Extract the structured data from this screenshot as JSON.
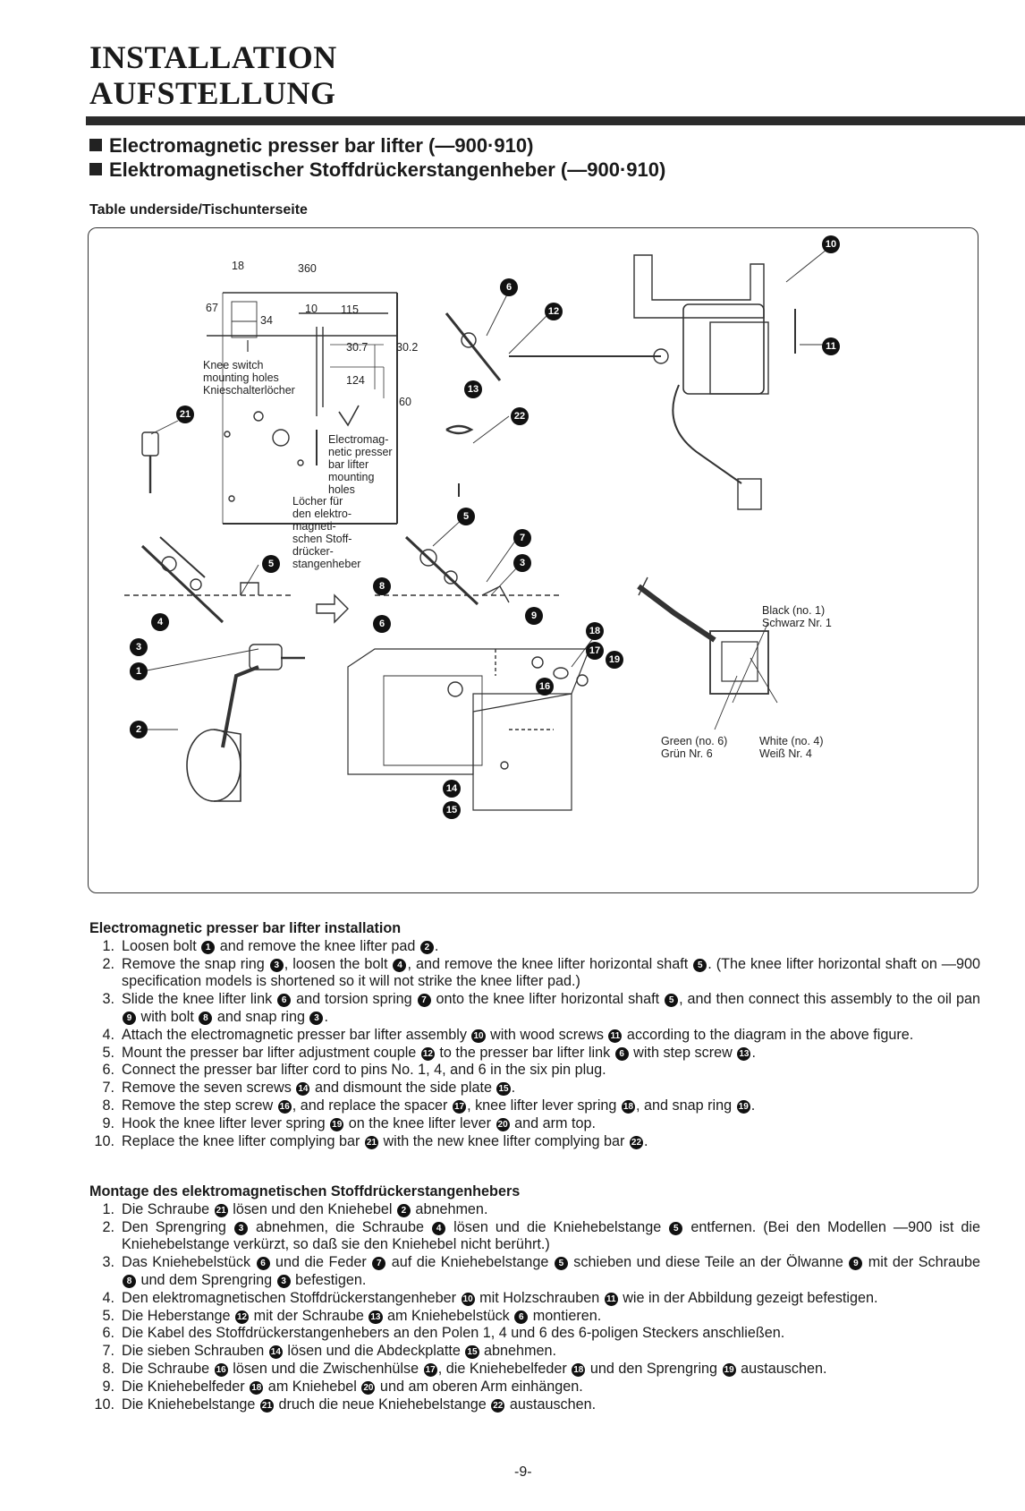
{
  "header": {
    "title_en": "INSTALLATION",
    "title_de": "AUFSTELLUNG"
  },
  "headings": {
    "en": "Electromagnetic presser bar lifter (—900·910)",
    "de": "Elektromagnetischer Stoffdrückerstangenheber (—900·910)"
  },
  "subhead": "Table underside/Tischunterseite",
  "figure": {
    "dims": {
      "d18": "18",
      "d360": "360",
      "d67": "67",
      "d34": "34",
      "d10": "10",
      "d115": "115",
      "d30_7": "30.7",
      "d30_2": "30.2",
      "d124": "124",
      "d60": "60"
    },
    "labels": {
      "knee_en_1": "Knee switch",
      "knee_en_2": "mounting holes",
      "knee_de": "Knieschalterlöcher",
      "em_en_1": "Electromag-",
      "em_en_2": "netic presser",
      "em_en_3": "bar lifter",
      "em_en_4": "mounting",
      "em_en_5": "holes",
      "em_de_1": "Löcher für",
      "em_de_2": "den elektro-",
      "em_de_3": "magneti-",
      "em_de_4": "schen Stoff-",
      "em_de_5": "drücker-",
      "em_de_6": "stangenheber",
      "black_en": "Black (no. 1)",
      "black_de": "Schwarz Nr. 1",
      "green_en": "Green (no. 6)",
      "green_de": "Grün Nr. 6",
      "white_en": "White (no. 4)",
      "white_de": "Weiß Nr. 4"
    },
    "badges": {
      "b1": "1",
      "b2": "2",
      "b3": "3",
      "b4": "4",
      "b5": "5",
      "b6": "6",
      "b7": "7",
      "b8": "8",
      "b9": "9",
      "b10": "10",
      "b11": "11",
      "b12": "12",
      "b13": "13",
      "b14": "14",
      "b15": "15",
      "b16": "16",
      "b17": "17",
      "b18": "18",
      "b19": "19",
      "b21": "21",
      "b22": "22"
    }
  },
  "en": {
    "title": "Electromagnetic presser bar lifter installation",
    "steps": [
      {
        "n": "1.",
        "t1": "Loosen bolt ",
        "r1": "1",
        "t2": " and remove the knee lifter pad ",
        "r2": "2",
        "t3": "."
      },
      {
        "n": "2.",
        "t1": "Remove the snap ring ",
        "r1": "3",
        "t2": ", loosen the bolt ",
        "r2": "4",
        "t3": ", and remove the knee lifter horizontal shaft ",
        "r3": "5",
        "t4": ". (The knee lifter horizontal shaft on —900 specification models is shortened so it will not strike the knee lifter pad.)"
      },
      {
        "n": "3.",
        "t1": "Slide the knee lifter link ",
        "r1": "6",
        "t2": " and torsion spring ",
        "r2": "7",
        "t3": " onto the knee lifter horizontal shaft ",
        "r3": "5",
        "t4": ", and then connect this assembly to the oil pan ",
        "r4": "9",
        "t5": " with bolt ",
        "r5": "8",
        "t6": " and snap ring ",
        "r6": "3",
        "t7": "."
      },
      {
        "n": "4.",
        "t1": "Attach the electromagnetic presser bar lifter assembly ",
        "r1": "10",
        "t2": " with wood screws ",
        "r2": "11",
        "t3": " according to the diagram in the above figure."
      },
      {
        "n": "5.",
        "t1": "Mount the presser bar lifter adjustment couple ",
        "r1": "12",
        "t2": " to the presser bar lifter link ",
        "r2": "6",
        "t3": " with step screw ",
        "r3": "13",
        "t4": "."
      },
      {
        "n": "6.",
        "t1": "Connect the presser bar lifter cord to pins No. 1, 4, and 6 in the six pin plug."
      },
      {
        "n": "7.",
        "t1": "Remove the seven screws ",
        "r1": "14",
        "t2": " and dismount the side plate ",
        "r2": "15",
        "t3": "."
      },
      {
        "n": "8.",
        "t1": "Remove the step screw ",
        "r1": "16",
        "t2": ", and replace the spacer ",
        "r2": "17",
        "t3": ", knee lifter lever spring ",
        "r3": "18",
        "t4": ", and snap ring ",
        "r4": "19",
        "t5": "."
      },
      {
        "n": "9.",
        "t1": "Hook the knee lifter lever spring ",
        "r1": "19",
        "t2": " on the knee lifter lever ",
        "r2": "20",
        "t3": " and arm top."
      },
      {
        "n": "10.",
        "t1": "Replace the knee lifter complying bar ",
        "r1": "21",
        "t2": " with the new knee lifter complying bar ",
        "r2": "22",
        "t3": "."
      }
    ]
  },
  "de": {
    "title": "Montage des elektromagnetischen Stoffdrückerstangenhebers",
    "steps": [
      {
        "n": "1.",
        "t1": "Die Schraube ",
        "r1": "21",
        "t2": " lösen und den Kniehebel ",
        "r2": "2",
        "t3": " abnehmen."
      },
      {
        "n": "2.",
        "t1": "Den Sprengring ",
        "r1": "3",
        "t2": " abnehmen, die Schraube ",
        "r2": "4",
        "t3": " lösen und die Kniehebelstange ",
        "r3": "5",
        "t4": " entfernen. (Bei den Modellen —900 ist die Kniehebelstange verkürzt, so daß sie den Kniehebel nicht berührt.)"
      },
      {
        "n": "3.",
        "t1": "Das Kniehebelstück ",
        "r1": "6",
        "t2": " und die Feder ",
        "r2": "7",
        "t3": " auf die Kniehebelstange ",
        "r3": "5",
        "t4": " schieben und diese Teile an der Ölwanne ",
        "r4": "9",
        "t5": " mit der Schraube ",
        "r5": "8",
        "t6": " und dem Sprengring ",
        "r6": "3",
        "t7": " befestigen."
      },
      {
        "n": "4.",
        "t1": "Den elektromagnetischen Stoffdrückerstangenheber ",
        "r1": "10",
        "t2": " mit Holzschrauben ",
        "r2": "11",
        "t3": " wie in der Abbildung gezeigt befestigen."
      },
      {
        "n": "5.",
        "t1": "Die Heberstange ",
        "r1": "12",
        "t2": " mit der Schraube ",
        "r2": "13",
        "t3": " am Kniehebelstück ",
        "r3": "6",
        "t4": " montieren."
      },
      {
        "n": "6.",
        "t1": "Die Kabel des Stoffdrückerstangenhebers an den Polen 1, 4 und 6 des 6-poligen Steckers anschließen."
      },
      {
        "n": "7.",
        "t1": "Die sieben Schrauben ",
        "r1": "14",
        "t2": " lösen und die Abdeckplatte ",
        "r2": "15",
        "t3": " abnehmen."
      },
      {
        "n": "8.",
        "t1": "Die Schraube ",
        "r1": "16",
        "t2": " lösen und die Zwischenhülse ",
        "r2": "17",
        "t3": ", die Kniehebelfeder ",
        "r3": "18",
        "t4": " und den Sprengring ",
        "r4": "19",
        "t5": " austauschen."
      },
      {
        "n": "9.",
        "t1": "Die Kniehebelfeder ",
        "r1": "18",
        "t2": " am Kniehebel ",
        "r2": "20",
        "t3": " und am oberen Arm einhängen."
      },
      {
        "n": "10.",
        "t1": "Die Kniehebelstange ",
        "r1": "21",
        "t2": " druch die neue Kniehebelstange ",
        "r2": "22",
        "t3": " austauschen."
      }
    ]
  },
  "footer": {
    "page": "-9-"
  }
}
